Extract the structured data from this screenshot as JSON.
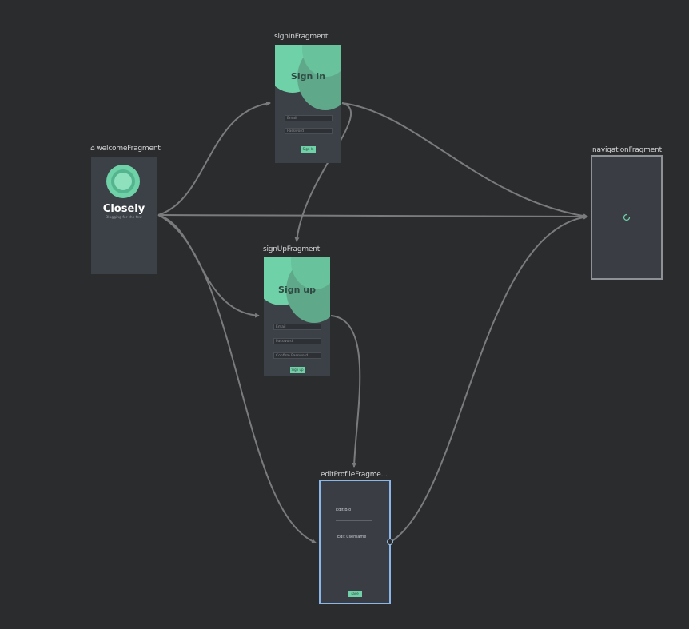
{
  "colors": {
    "canvas": "#2b2c2e",
    "edge": "#7a7b7d",
    "screen_bg": "#3c4047",
    "accent": "#6fd1a7",
    "selected_border": "#8ab6e8"
  },
  "destinations": {
    "welcome": {
      "label": "welcomeFragment",
      "is_start": true,
      "app_name": "Closely",
      "tagline": "Blogging for the few"
    },
    "signin": {
      "label": "signInFragment",
      "title": "Sign In",
      "email_placeholder": "Email",
      "password_placeholder": "Password",
      "button": "Sign In"
    },
    "signup": {
      "label": "signUpFragment",
      "title": "Sign up",
      "email_placeholder": "Email",
      "password_placeholder": "Password",
      "confirm_placeholder": "Confirm Password",
      "button": "Sign up"
    },
    "navigation": {
      "label": "navigationFragment",
      "icon": "loading-spinner-icon"
    },
    "editprofile": {
      "label": "editProfileFragme...",
      "bio_label": "Edit Bio",
      "username_label": "Edit username",
      "button": "save"
    }
  }
}
